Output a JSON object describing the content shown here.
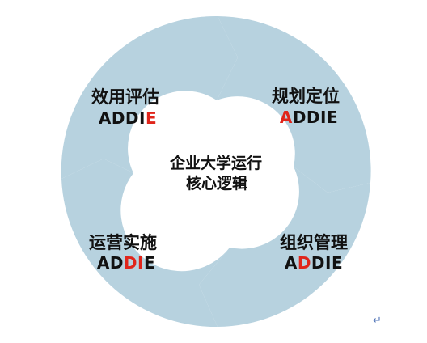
{
  "colors": {
    "segment_fill": "#b7d2df",
    "highlight": "#e0251b",
    "text": "#111111"
  },
  "center": {
    "line1": "企业大学运行",
    "line2": "核心逻辑"
  },
  "segments": [
    {
      "id": "planning",
      "title": "规划定位",
      "code": "ADDIE",
      "highlight": [
        0
      ]
    },
    {
      "id": "organizing",
      "title": "组织管理",
      "code": "ADDIE",
      "highlight": [
        1
      ]
    },
    {
      "id": "implementing",
      "title": "运营实施",
      "code": "ADDIE",
      "highlight": [
        2,
        3
      ]
    },
    {
      "id": "evaluating",
      "title": "效用评估",
      "code": "ADDIE",
      "highlight": [
        4
      ]
    }
  ],
  "footer": {
    "return_mark": "↵"
  }
}
